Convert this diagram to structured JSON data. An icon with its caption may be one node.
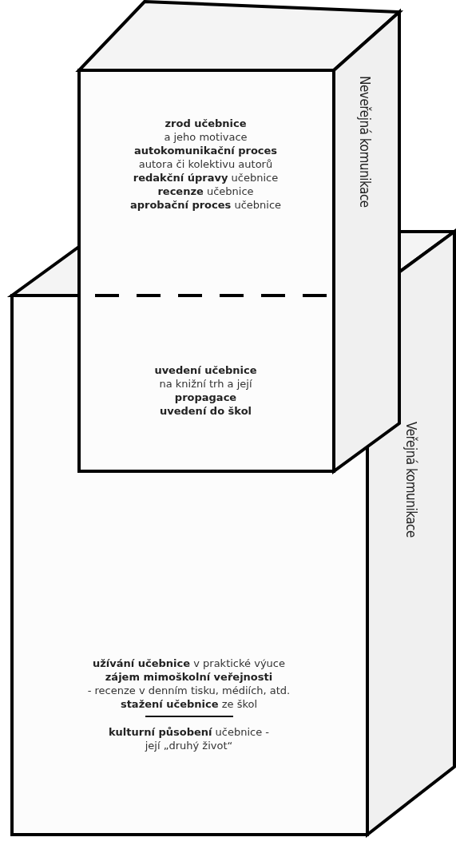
{
  "diagram": {
    "nodes": [
      {
        "text": [
          "**zrod učebnice** a jeho motivace",
          "**autokomunikační proces** autora či kolektivu autorů",
          "**redakční úpravy** učebnice",
          "**recenze** učebnice",
          "**aprobační proces** učebnice",
          "**uvedení učebnice** na knižní trh a její **propagace**",
          "**uvedení do škol**",
          "Neveřejná komunikace"
        ]
      },
      {
        "text": [
          "**užívání učebnice** v praktické výuce",
          "**zájem mimoškolní veřejnosti** - recenze v denním tisku, médiích, atd.",
          "**stažení učebnice** ze škol",
          "**kulturní působení** učebnice - její „druhý život“",
          "Veřejná komunikace"
        ]
      }
    ],
    "edges": []
  }
}
